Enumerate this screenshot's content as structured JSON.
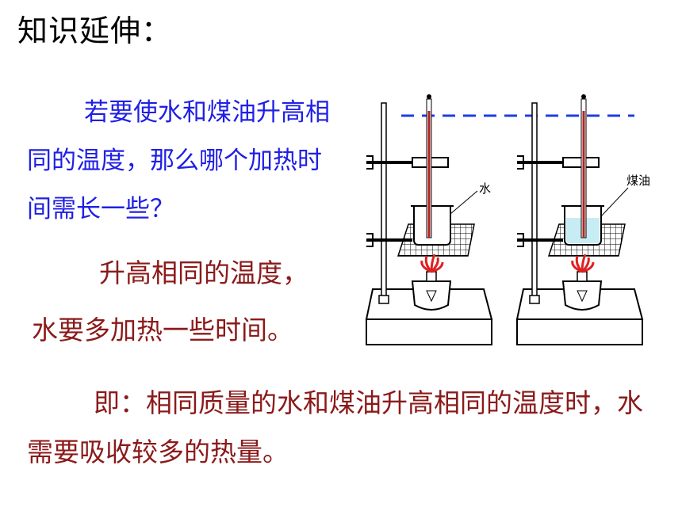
{
  "title": "知识延伸：",
  "question": "若要使水和煤油升高相同的温度，那么哪个加热时间需长一些？",
  "answer_line1": "升高相同的温度，",
  "answer_line2": "水要多加热一些时间。",
  "conclusion": "即：相同质量的水和煤油升高相同的温度时，水需要吸收较多的热量。",
  "diagram": {
    "label_left": "水",
    "label_right": "煤油",
    "colors": {
      "question": "#1f1fe6",
      "answer": "#8b1a1a",
      "dashed_line": "#1e3fe0",
      "thermometer": "#b22222",
      "flame": "#e02020"
    }
  }
}
